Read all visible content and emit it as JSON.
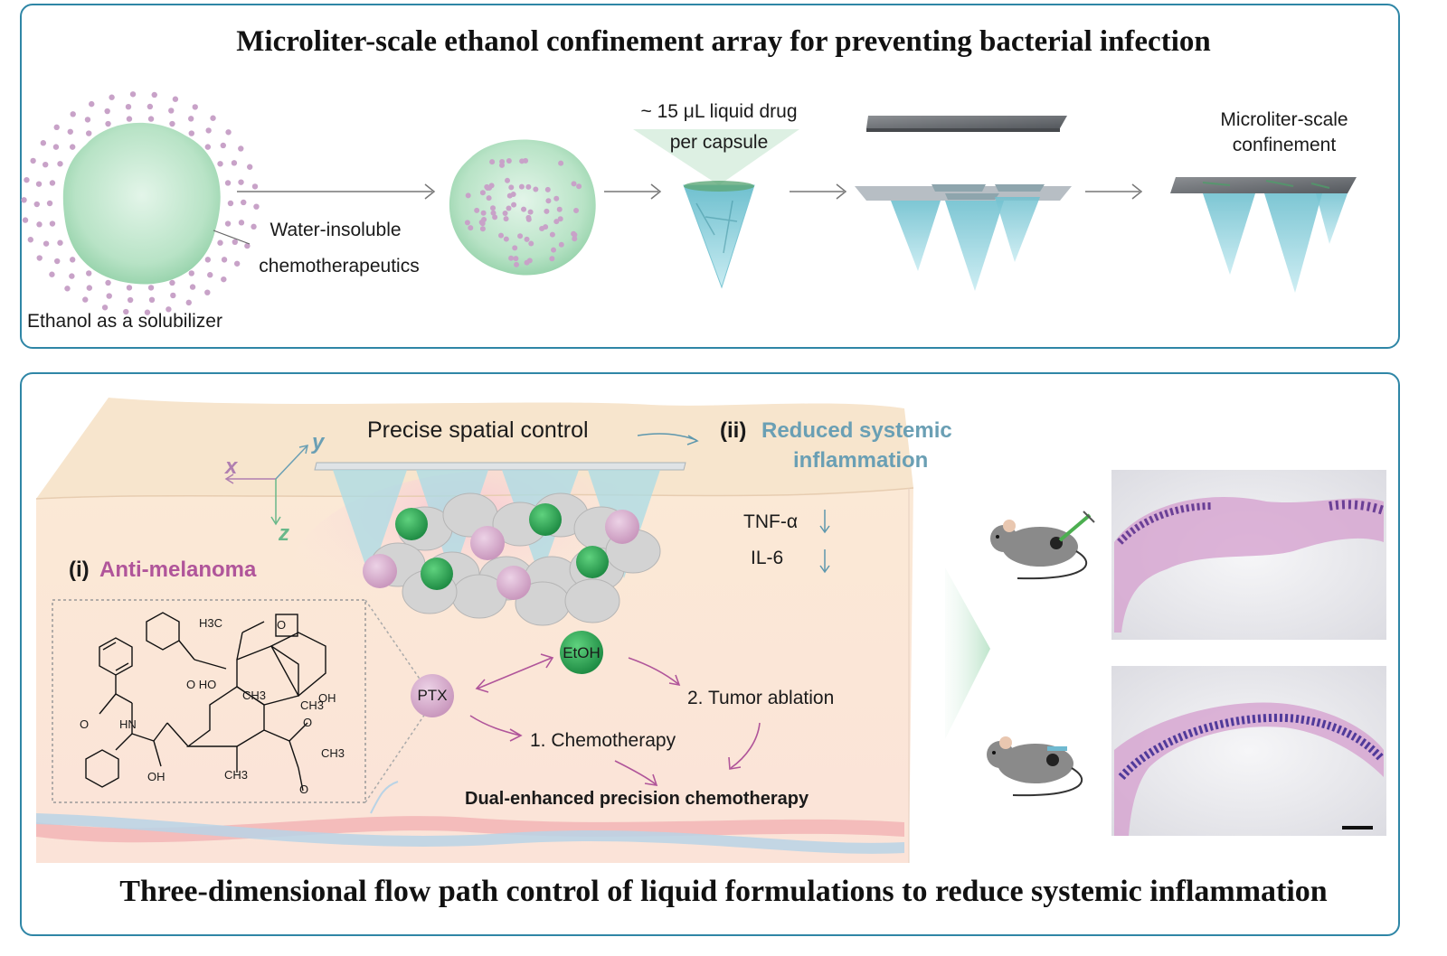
{
  "top_panel": {
    "title": "Microliter-scale ethanol confinement array for preventing bacterial infection",
    "ethanol_label": "Ethanol as a solubilizer",
    "insoluble_line1": "Water-insoluble",
    "insoluble_line2": "chemotherapeutics",
    "drug_line1": "~  15 μL liquid drug",
    "drug_line2": "per capsule",
    "confine_line1": "Microliter-scale",
    "confine_line2": "confinement"
  },
  "bottom_panel": {
    "title": "Three-dimensional flow path control of liquid formulations to reduce systemic inflammation",
    "spatial_control": "Precise spatial control",
    "ii_marker": "(ii)",
    "reduced_line1": "Reduced systemic",
    "reduced_line2": "inflammation",
    "tnf": "TNF-α",
    "il6": "IL-6",
    "i_marker": "(i)",
    "anti_melanoma": "Anti-melanoma",
    "axis_x": "x",
    "axis_y": "y",
    "axis_z": "z",
    "ptx": "PTX",
    "etoh": "EtOH",
    "chemo": "1. Chemotherapy",
    "ablation": "2. Tumor ablation",
    "dual": "Dual-enhanced precision chemotherapy",
    "chem_labels": {
      "h3c": "H3C",
      "o": "O",
      "oh": "OH",
      "hn": "HN",
      "ch3": "CH3",
      "ho": "HO",
      "oho": "O HO"
    }
  },
  "colors": {
    "frame": "#2f86a6",
    "capsule_green": "#9ad6b0",
    "ptx_purple": "#d9aed0",
    "etoh_green": "#2aa055",
    "label_purple": "#b0559a",
    "label_blue": "#6a9fb4",
    "skin": "#f9e7d6"
  }
}
